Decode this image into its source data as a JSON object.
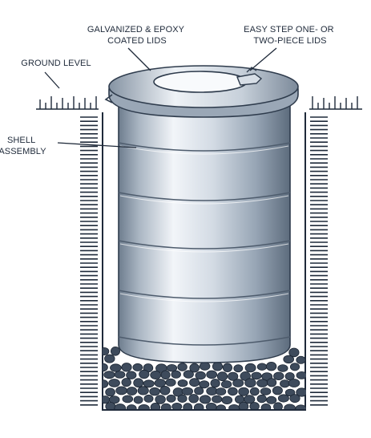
{
  "labels": {
    "lids_coating": [
      "GALVANIZED & EPOXY",
      "COATED LIDS"
    ],
    "lids_type": [
      "EASY STEP ONE- OR",
      "TWO-PIECE LIDS"
    ],
    "ground_level": "GROUND LEVEL",
    "shell_assembly": [
      "SHELL",
      "ASSEMBLY"
    ]
  },
  "colors": {
    "ink": "#1f2a3a",
    "steel_light": "#f2f5f9",
    "steel_mid": "#b9c4d0",
    "steel_dark": "#6e7d8e",
    "gravel": "#3e4b5c"
  }
}
